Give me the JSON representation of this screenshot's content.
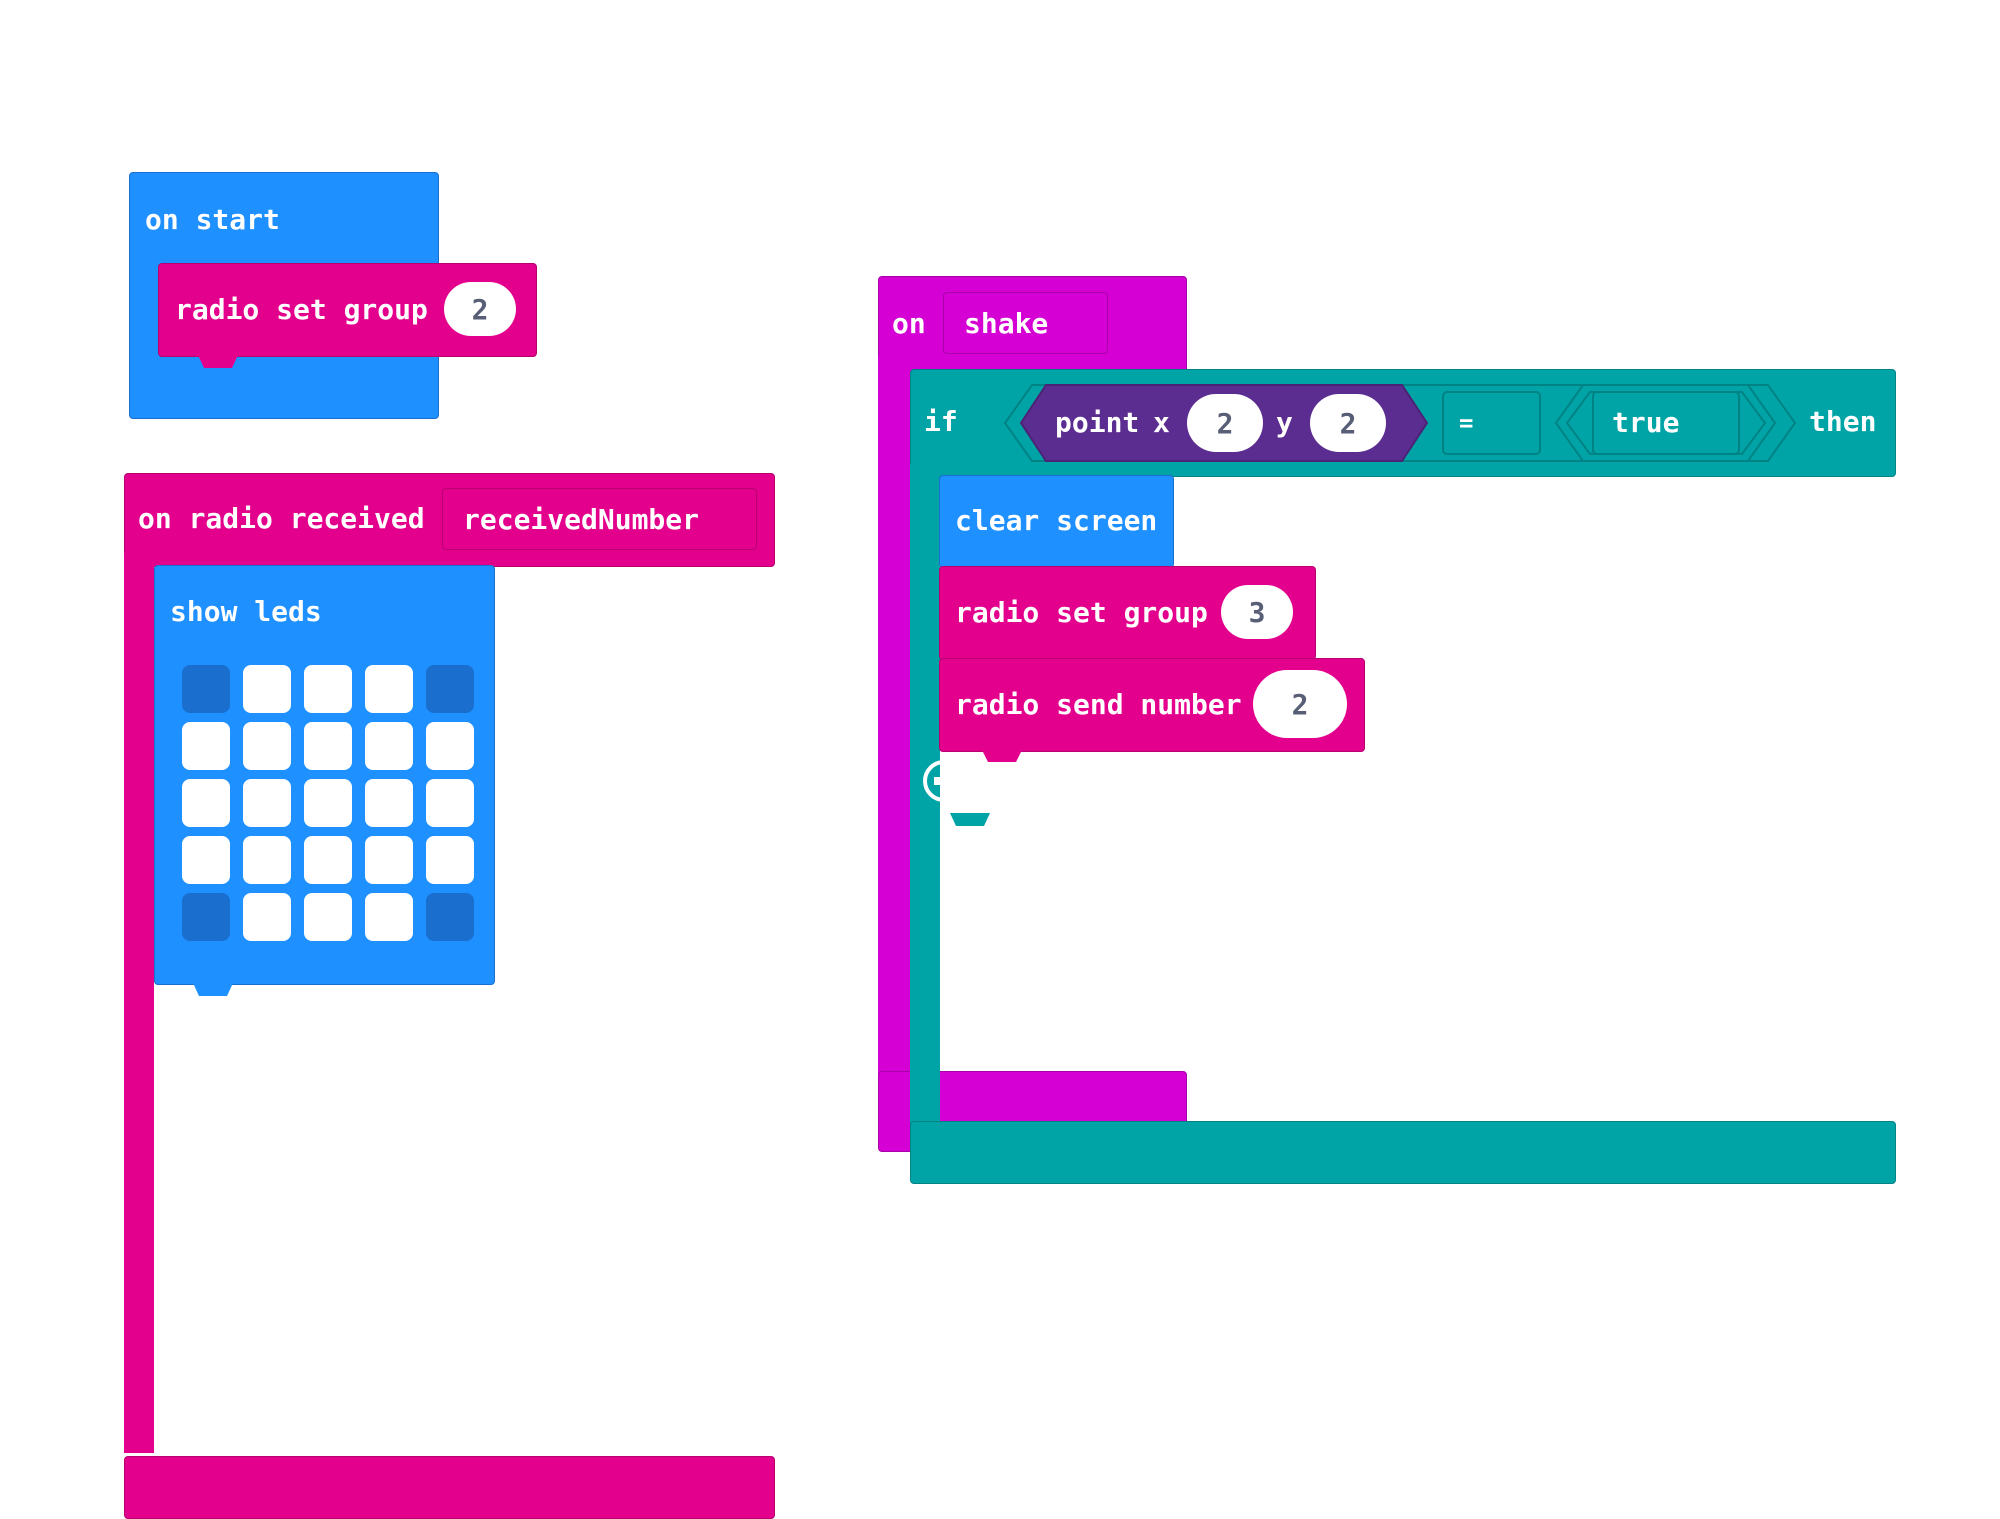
{
  "colors": {
    "basic_blue": "#1e90ff",
    "basic_blue_dark": "#1a6fce",
    "radio_pink": "#e3008c",
    "radio_pink_dark": "#b8006f",
    "input_magenta": "#d400d4",
    "input_magenta_dark": "#a800a8",
    "logic_teal": "#00a4a6",
    "logic_teal_dark": "#008385",
    "led_purple": "#5c2d91",
    "pill_text": "#575e75"
  },
  "on_start": {
    "label": "on start",
    "radio_set_group": {
      "label": "radio set group",
      "value": "2"
    }
  },
  "on_radio_received": {
    "label": "on radio received",
    "param": "receivedNumber",
    "show_leds": {
      "label": "show leds",
      "grid": [
        [
          0,
          1,
          1,
          1,
          0
        ],
        [
          1,
          1,
          1,
          1,
          1
        ],
        [
          1,
          1,
          1,
          1,
          1
        ],
        [
          1,
          1,
          1,
          1,
          1
        ],
        [
          0,
          1,
          1,
          1,
          0
        ]
      ]
    }
  },
  "on_shake": {
    "on_label": "on",
    "gesture": "shake",
    "if_block": {
      "if_label": "if",
      "then_label": "then",
      "point": {
        "label": "point",
        "x_label": "x",
        "x_value": "2",
        "y_label": "y",
        "y_value": "2"
      },
      "operator": "=",
      "compare_value": "true",
      "add_icon": "plus-circle-icon"
    },
    "clear_screen": {
      "label": "clear screen"
    },
    "radio_set_group": {
      "label": "radio set group",
      "value": "3"
    },
    "radio_send_number": {
      "label": "radio send number",
      "value": "2"
    }
  }
}
